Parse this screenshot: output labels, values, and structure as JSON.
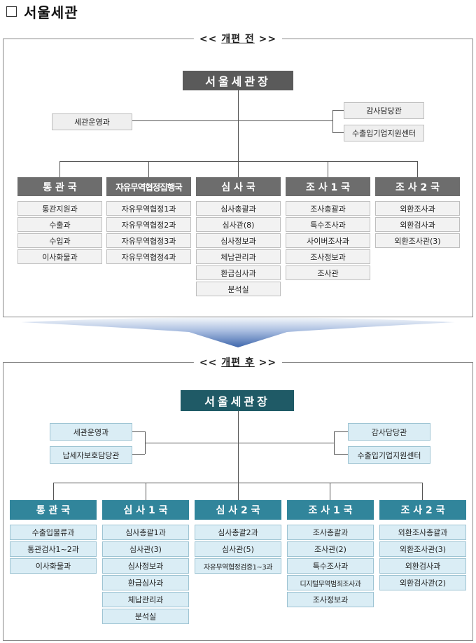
{
  "page": {
    "title": "서울세관"
  },
  "before": {
    "label": "개편 전",
    "open": "<<",
    "close": ">>",
    "head": "서울세관장",
    "left_units": [
      "세관운영과"
    ],
    "right_units": [
      "감사담당관",
      "수출입기업지원센터"
    ],
    "bureaus": [
      {
        "name": "통 관 국",
        "divisions": [
          "통관지원과",
          "수출과",
          "수입과",
          "이사화물과"
        ]
      },
      {
        "name": "자유무역협정집행국",
        "divisions": [
          "자유무역협정1과",
          "자유무역협정2과",
          "자유무역협정3과",
          "자유무역협정4과"
        ]
      },
      {
        "name": "심 사 국",
        "divisions": [
          "심사총괄과",
          "심사관(8)",
          "심사정보과",
          "체납관리과",
          "환급심사과",
          "분석실"
        ]
      },
      {
        "name": "조 사 1 국",
        "divisions": [
          "조사총괄과",
          "특수조사과",
          "사이버조사과",
          "조사정보과",
          "조사관"
        ]
      },
      {
        "name": "조 사 2 국",
        "divisions": [
          "외환조사과",
          "외환검사과",
          "외환조사관(3)"
        ]
      }
    ]
  },
  "after": {
    "label": "개편 후",
    "open": "<<",
    "close": ">>",
    "head": "서울세관장",
    "left_units": [
      "세관운영과",
      "납세자보호담당관"
    ],
    "right_units": [
      "감사담당관",
      "수출입기업지원센터"
    ],
    "bureaus": [
      {
        "name": "통 관 국",
        "divisions": [
          "수출입물류과",
          "통관검사1~2과",
          "이사화물과"
        ]
      },
      {
        "name": "심 사 1 국",
        "divisions": [
          "심사총괄1과",
          "심사관(3)",
          "심사정보과",
          "환급심사과",
          "체납관리과",
          "분석실"
        ]
      },
      {
        "name": "심 사 2 국",
        "divisions": [
          "심사총괄2과",
          "심사관(5)",
          "자유무역협정검증1~3과"
        ]
      },
      {
        "name": "조 사 1 국",
        "divisions": [
          "조사총괄과",
          "조사관(2)",
          "특수조사과",
          "디지털무역범죄조사과",
          "조사정보과"
        ]
      },
      {
        "name": "조 사 2 국",
        "divisions": [
          "외환조사총괄과",
          "외환조사관(3)",
          "외환검사과",
          "외환검사관(2)"
        ]
      }
    ]
  },
  "colors": {
    "before_head": "#5a5a5a",
    "before_bureau": "#6d6d6d",
    "after_head": "#1f5a66",
    "after_bureau": "#31859b",
    "after_box": "#daedf5",
    "arrow": "#4a6fb0"
  }
}
